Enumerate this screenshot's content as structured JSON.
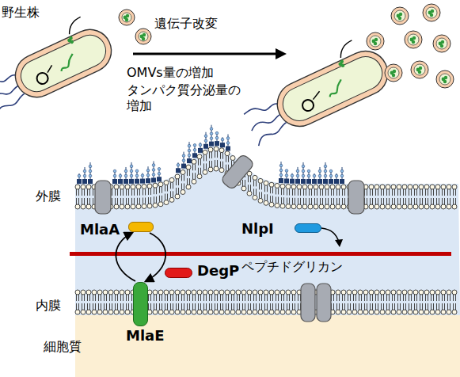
{
  "diagram": {
    "nodes": [
      {
        "text": [
          "MlaA"
        ]
      },
      {
        "text": [
          "NlpI"
        ]
      },
      {
        "text": [
          "DegP"
        ]
      },
      {
        "text": [
          "MlaE"
        ]
      }
    ],
    "edges": [
      {
        "from": 3,
        "to": 0,
        "arrow": "to"
      },
      {
        "from": 0,
        "to": 3,
        "arrow": "to"
      }
    ],
    "labels": [
      "野生株",
      "遺伝子改変",
      "OMVs量の増加",
      "タンパク質分泌量の増加",
      "外膜",
      "内膜",
      "細胞質",
      "ペプチドグリカン"
    ]
  }
}
